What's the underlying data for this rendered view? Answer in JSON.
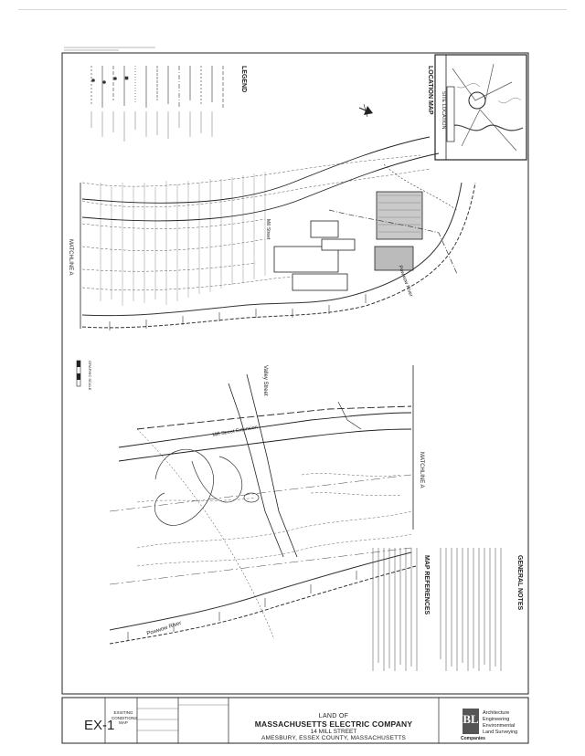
{
  "title_block": {
    "line1": "LAND OF",
    "line2": "MASSACHUSETTS ELECTRIC COMPANY",
    "line3": "14 MILL STREET",
    "line4": "AMESBURY, ESSEX COUNTY, MASSACHUSETTS",
    "sheet_number": "EX-1",
    "sheet_title": "EXISTING CONDITIONS MAP",
    "firm_services": [
      "Architecture",
      "Engineering",
      "Environmental",
      "Land Surveying"
    ],
    "firm_logo": "BL",
    "firm_name": "Companies"
  },
  "labels": {
    "legend": "LEGEND",
    "location_map": "LOCATION MAP",
    "site_location": "SITE LOCATION",
    "general_notes": "GENERAL NOTES",
    "map_references": "MAP REFERENCES",
    "matchline_upper": "MATCHLINE A",
    "matchline_lower": "MATCHLINE A",
    "mill_street_upper": "Mill Street",
    "mill_street_ext": "Mill Street Extension",
    "valley_street": "Valley Street",
    "powwow_upper": "Powwow River",
    "powwow_lower": "Powwow River",
    "graphic_scale": "GRAPHIC SCALE"
  },
  "colors": {
    "ink": "#2a2a2a",
    "faint": "#8a8a8a",
    "hatch": "#9a9a9a"
  }
}
